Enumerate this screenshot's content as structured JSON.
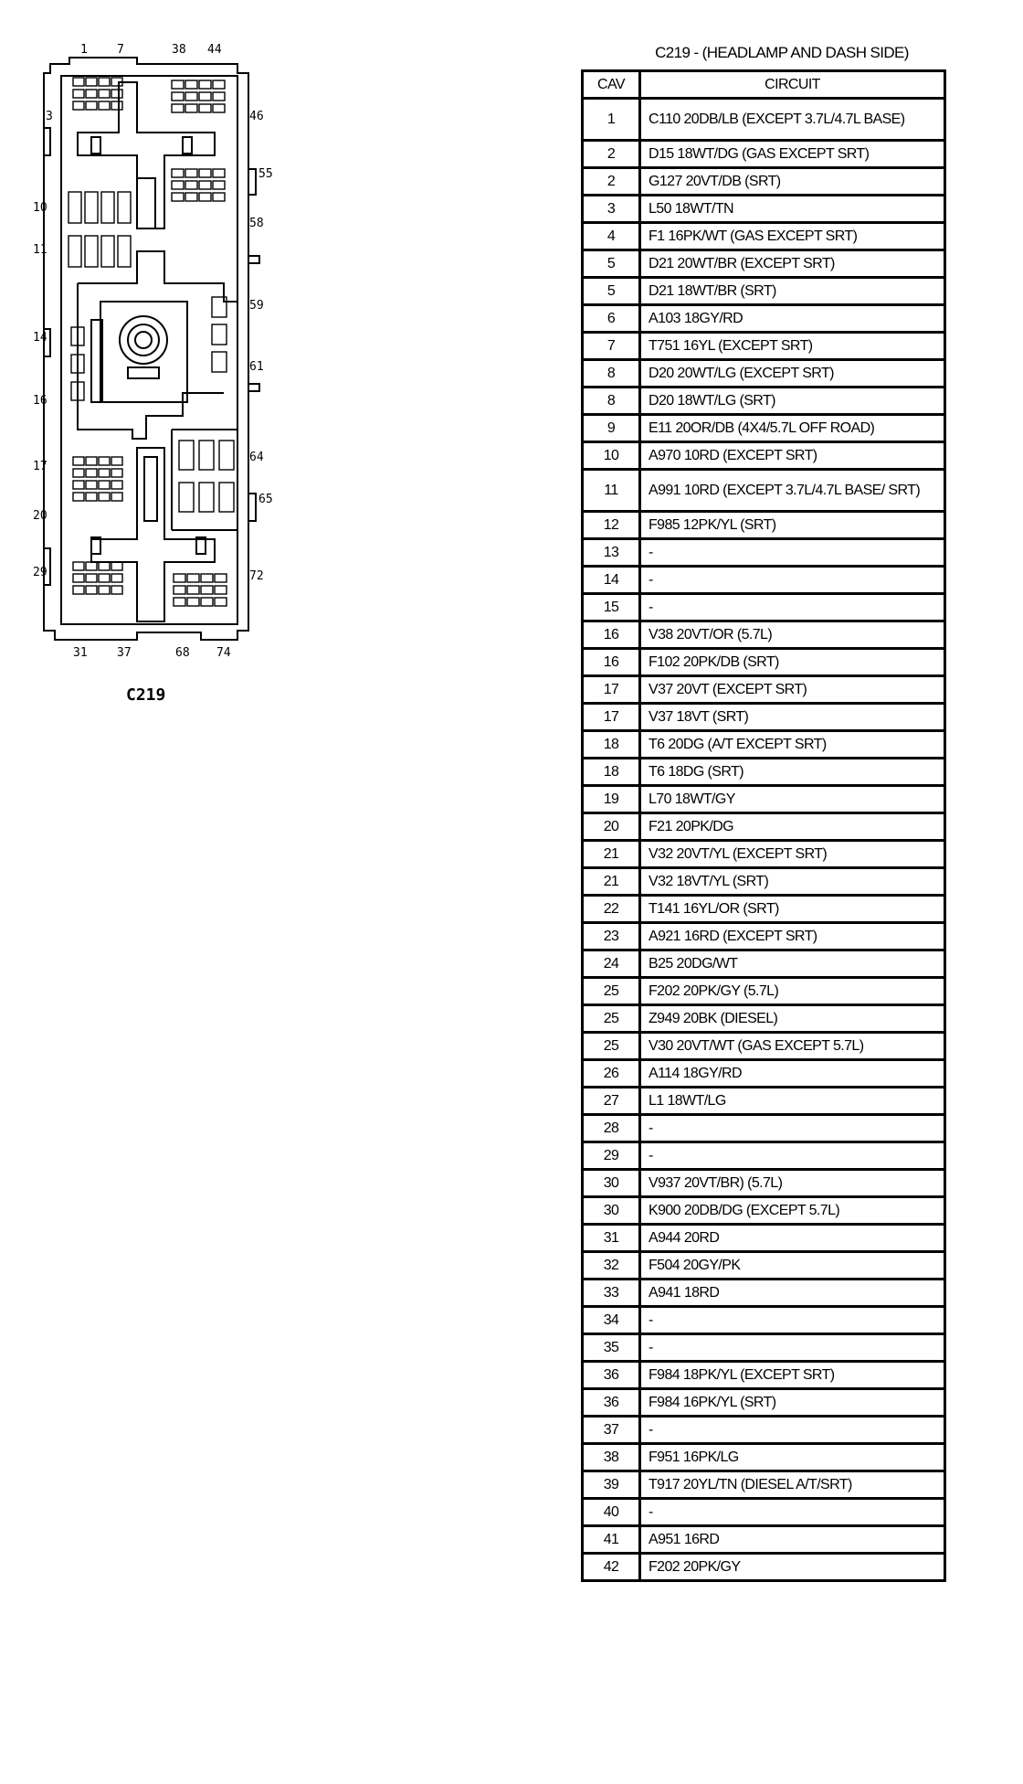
{
  "connector": {
    "caption": "C219",
    "top_pin_labels": [
      "1",
      "7",
      "38",
      "44"
    ],
    "bottom_pin_labels": [
      "31",
      "37",
      "68",
      "74"
    ],
    "left_pin_labels": [
      "3",
      "10",
      "11",
      "14",
      "16",
      "17",
      "20",
      "29"
    ],
    "right_pin_labels": [
      "46",
      "55",
      "58",
      "59",
      "61",
      "64",
      "65",
      "72"
    ]
  },
  "table": {
    "title": "C219 - (HEADLAMP AND DASH SIDE)",
    "headers": {
      "cav": "CAV",
      "circuit": "CIRCUIT"
    },
    "rows": [
      {
        "cav": "1",
        "circuit": "C110 20DB/LB (EXCEPT 3.7L/4.7L BASE)"
      },
      {
        "cav": "2",
        "circuit": "D15 18WT/DG (GAS EXCEPT SRT)"
      },
      {
        "cav": "2",
        "circuit": "G127 20VT/DB (SRT)"
      },
      {
        "cav": "3",
        "circuit": "L50 18WT/TN"
      },
      {
        "cav": "4",
        "circuit": "F1 16PK/WT (GAS EXCEPT SRT)"
      },
      {
        "cav": "5",
        "circuit": "D21 20WT/BR (EXCEPT SRT)"
      },
      {
        "cav": "5",
        "circuit": "D21 18WT/BR (SRT)"
      },
      {
        "cav": "6",
        "circuit": "A103 18GY/RD"
      },
      {
        "cav": "7",
        "circuit": "T751 16YL (EXCEPT SRT)"
      },
      {
        "cav": "8",
        "circuit": "D20 20WT/LG (EXCEPT SRT)"
      },
      {
        "cav": "8",
        "circuit": "D20 18WT/LG (SRT)"
      },
      {
        "cav": "9",
        "circuit": "E11 20OR/DB (4X4/5.7L OFF ROAD)"
      },
      {
        "cav": "10",
        "circuit": "A970 10RD (EXCEPT SRT)"
      },
      {
        "cav": "11",
        "circuit": "A991 10RD (EXCEPT 3.7L/4.7L BASE/ SRT)"
      },
      {
        "cav": "12",
        "circuit": "F985 12PK/YL (SRT)"
      },
      {
        "cav": "13",
        "circuit": "-"
      },
      {
        "cav": "14",
        "circuit": "-"
      },
      {
        "cav": "15",
        "circuit": "-"
      },
      {
        "cav": "16",
        "circuit": "V38 20VT/OR (5.7L)"
      },
      {
        "cav": "16",
        "circuit": "F102 20PK/DB (SRT)"
      },
      {
        "cav": "17",
        "circuit": "V37 20VT (EXCEPT SRT)"
      },
      {
        "cav": "17",
        "circuit": "V37 18VT (SRT)"
      },
      {
        "cav": "18",
        "circuit": "T6 20DG (A/T EXCEPT SRT)"
      },
      {
        "cav": "18",
        "circuit": "T6 18DG (SRT)"
      },
      {
        "cav": "19",
        "circuit": "L70 18WT/GY"
      },
      {
        "cav": "20",
        "circuit": "F21 20PK/DG"
      },
      {
        "cav": "21",
        "circuit": "V32 20VT/YL (EXCEPT SRT)"
      },
      {
        "cav": "21",
        "circuit": "V32 18VT/YL (SRT)"
      },
      {
        "cav": "22",
        "circuit": "T141 16YL/OR (SRT)"
      },
      {
        "cav": "23",
        "circuit": "A921 16RD (EXCEPT SRT)"
      },
      {
        "cav": "24",
        "circuit": "B25 20DG/WT"
      },
      {
        "cav": "25",
        "circuit": "F202 20PK/GY (5.7L)"
      },
      {
        "cav": "25",
        "circuit": "Z949 20BK (DIESEL)"
      },
      {
        "cav": "25",
        "circuit": "V30 20VT/WT (GAS EXCEPT 5.7L)"
      },
      {
        "cav": "26",
        "circuit": "A114 18GY/RD"
      },
      {
        "cav": "27",
        "circuit": "L1 18WT/LG"
      },
      {
        "cav": "28",
        "circuit": "-"
      },
      {
        "cav": "29",
        "circuit": "-"
      },
      {
        "cav": "30",
        "circuit": "V937 20VT/BR) (5.7L)"
      },
      {
        "cav": "30",
        "circuit": "K900 20DB/DG (EXCEPT 5.7L)"
      },
      {
        "cav": "31",
        "circuit": "A944 20RD"
      },
      {
        "cav": "32",
        "circuit": "F504 20GY/PK"
      },
      {
        "cav": "33",
        "circuit": "A941 18RD"
      },
      {
        "cav": "34",
        "circuit": "-"
      },
      {
        "cav": "35",
        "circuit": "-"
      },
      {
        "cav": "36",
        "circuit": "F984 18PK/YL (EXCEPT SRT)"
      },
      {
        "cav": "36",
        "circuit": "F984 16PK/YL (SRT)"
      },
      {
        "cav": "37",
        "circuit": "-"
      },
      {
        "cav": "38",
        "circuit": "F951 16PK/LG"
      },
      {
        "cav": "39",
        "circuit": "T917 20YL/TN (DIESEL A/T/SRT)"
      },
      {
        "cav": "40",
        "circuit": "-"
      },
      {
        "cav": "41",
        "circuit": "A951 16RD"
      },
      {
        "cav": "42",
        "circuit": "F202 20PK/GY"
      }
    ]
  }
}
